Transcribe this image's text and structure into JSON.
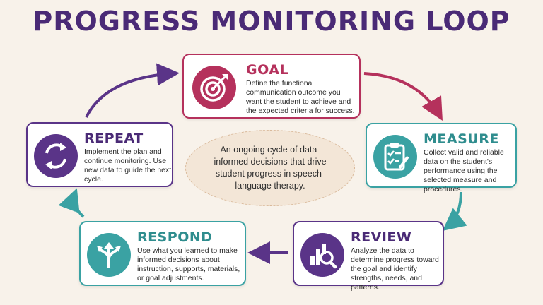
{
  "title": "PROGRESS MONITORING LOOP",
  "center_text": "An ongoing cycle of data-informed decisions that drive student progress in speech-language therapy.",
  "colors": {
    "title": "#4a2a76",
    "goal": "#b5315c",
    "teal": "#3aa2a3",
    "purple": "#5a3488",
    "background": "#f8f2ea"
  },
  "steps": {
    "goal": {
      "label": "GOAL",
      "icon": "target-icon",
      "text": "Define the functional communication outcome you want the student to achieve and the expected criteria for success."
    },
    "measure": {
      "label": "MEASURE",
      "icon": "clipboard-checklist-icon",
      "text": "Collect valid and reliable data on the student's performance using the selected measure and procedures."
    },
    "review": {
      "label": "REVIEW",
      "icon": "bar-chart-magnifier-icon",
      "text": "Analyze the data to determine progress toward the goal and identify strengths, needs, and patterns."
    },
    "respond": {
      "label": "RESPOND",
      "icon": "diverging-arrows-icon",
      "text": "Use what you learned to make informed decisions about instruction, supports, materials, or goal adjustments."
    },
    "repeat": {
      "label": "REPEAT",
      "icon": "cycle-arrows-icon",
      "text": "Implement the plan and continue monitoring. Use new data to guide the next cycle."
    }
  }
}
